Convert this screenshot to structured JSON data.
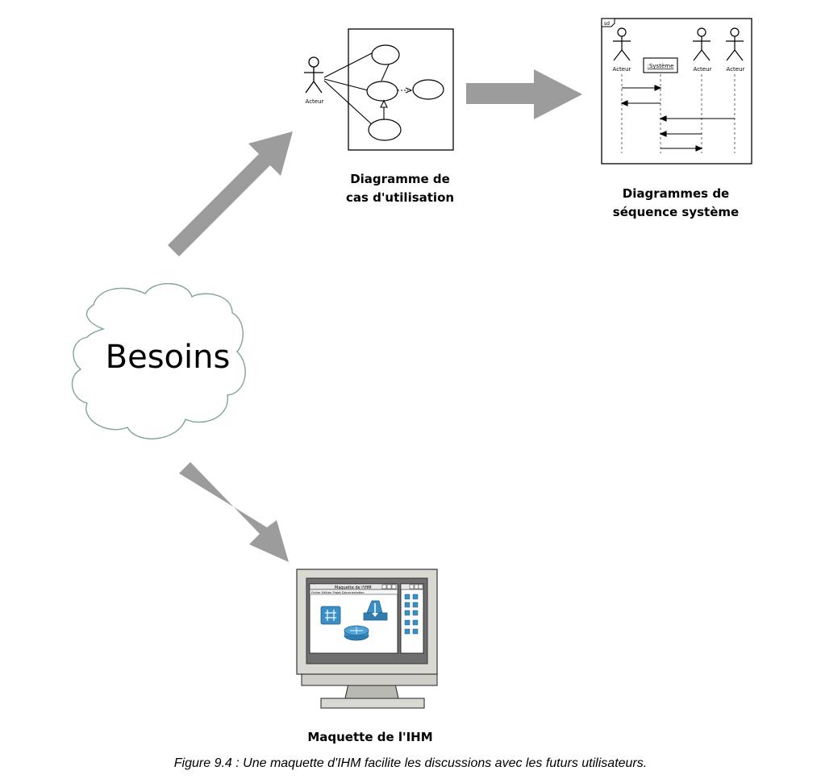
{
  "cloud": {
    "text": "Besoins"
  },
  "use_case": {
    "caption_line1": "Diagramme de",
    "caption_line2": "cas d'utilisation",
    "actor_label": "Acteur"
  },
  "sequence": {
    "caption_line1": "Diagrammes de",
    "caption_line2": "séquence système",
    "frame_tag": "sd",
    "system_label": ":Système",
    "actors": [
      "Acteur",
      "Acteur",
      "Acteur"
    ]
  },
  "mockup": {
    "caption": "Maquette de l'IHM",
    "window_title": "Maquette de l'IHM",
    "menu_text": "Fichier Edition Projet Documentation"
  },
  "figure_caption": "Figure 9.4 : Une maquette d'IHM facilite les discussions avec les futurs utilisateurs.",
  "colors": {
    "arrow": "#9c9c9c",
    "cloud_stroke": "#7fa3a0",
    "mockup_blue": "#3a8fc4"
  }
}
